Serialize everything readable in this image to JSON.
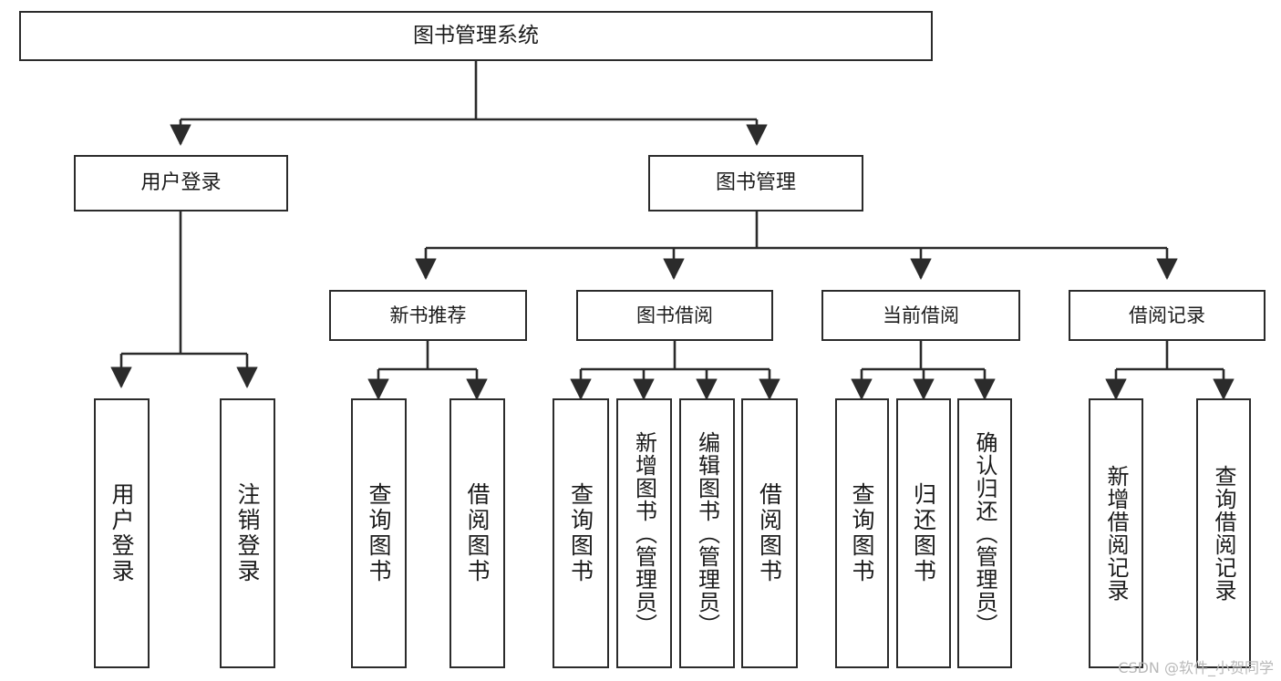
{
  "diagram": {
    "kind": "tree-structure-chart",
    "title": "图书管理系统",
    "watermark": "CSDN @软件_小贺同学",
    "colors": {
      "border": "#2b2b2b",
      "background": "#ffffff",
      "text": "#1b1b1b",
      "connector": "#2b2b2b",
      "watermark": "#b9b9b9"
    },
    "nodes": {
      "root": {
        "id": "root",
        "label": "图书管理系统"
      },
      "level2": [
        {
          "id": "user-login",
          "label": "用户登录"
        },
        {
          "id": "book-manage",
          "label": "图书管理"
        }
      ],
      "level3": [
        {
          "id": "new-book-recommend",
          "label": "新书推荐",
          "parent": "book-manage"
        },
        {
          "id": "book-borrow",
          "label": "图书借阅",
          "parent": "book-manage"
        },
        {
          "id": "current-borrow",
          "label": "当前借阅",
          "parent": "book-manage"
        },
        {
          "id": "borrow-record",
          "label": "借阅记录",
          "parent": "book-manage"
        }
      ],
      "leaves": [
        {
          "id": "leaf-user-login",
          "label": "用户登录",
          "parent": "user-login"
        },
        {
          "id": "leaf-logout-login",
          "label": "注销登录",
          "parent": "user-login"
        },
        {
          "id": "leaf-query-book-1",
          "label": "查询图书",
          "parent": "new-book-recommend"
        },
        {
          "id": "leaf-borrow-book-1",
          "label": "借阅图书",
          "parent": "new-book-recommend"
        },
        {
          "id": "leaf-query-book-2",
          "label": "查询图书",
          "parent": "book-borrow"
        },
        {
          "id": "leaf-add-book",
          "label": "新增图书（管理员）",
          "parent": "book-borrow"
        },
        {
          "id": "leaf-edit-book",
          "label": "编辑图书（管理员）",
          "parent": "book-borrow"
        },
        {
          "id": "leaf-borrow-book-2",
          "label": "借阅图书",
          "parent": "book-borrow"
        },
        {
          "id": "leaf-query-book-3",
          "label": "查询图书",
          "parent": "current-borrow"
        },
        {
          "id": "leaf-return-book",
          "label": "归还图书",
          "parent": "current-borrow"
        },
        {
          "id": "leaf-confirm-return",
          "label": "确认归还（管理员）",
          "parent": "current-borrow"
        },
        {
          "id": "leaf-add-record",
          "label": "新增借阅记录",
          "parent": "borrow-record"
        },
        {
          "id": "leaf-query-record",
          "label": "查询借阅记录",
          "parent": "borrow-record"
        }
      ]
    }
  }
}
